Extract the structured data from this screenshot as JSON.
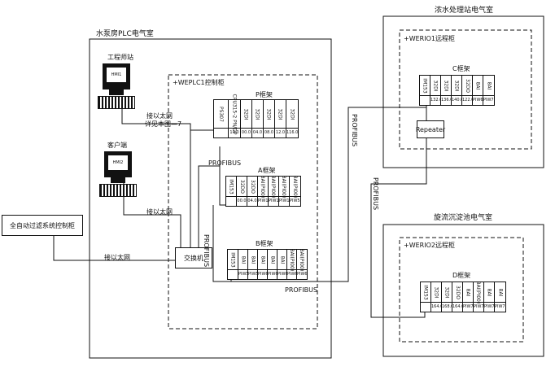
{
  "rooms": {
    "pump_room": "水泵房PLC电气室",
    "water_treatment_room": "浓水处理站电气室",
    "sediment_room": "旋流沉淀池电气室"
  },
  "cabinets": {
    "weplc1": "+WEPLC1控制柜",
    "werio1": "+WERIO1远程柜",
    "werio2": "+WERIO2远程柜"
  },
  "frames": {
    "p": "P框架",
    "a": "A框架",
    "b": "B框架",
    "c": "C框架",
    "d": "D框架"
  },
  "stations": {
    "engineer": {
      "label": "工程师站",
      "screen": "HMI1"
    },
    "client": {
      "label": "客户端",
      "screen": "HMI2"
    }
  },
  "external_system": "全自动过滤系统控制柜",
  "switch": "交换机",
  "repeater": "Repeater",
  "links": {
    "eth_top": "接以太网",
    "eth_note": "详见本图—7",
    "eth_mid": "接以太网",
    "eth_left": "接以太网",
    "profibus_a": "PROFIBUS",
    "profibus_b": "PROFIBUS",
    "profibus_bottom": "PROFIBUS",
    "profibus_right": "PROFIBUS",
    "profibus_repeater": "PROFIBUS"
  },
  "racks": {
    "p": [
      {
        "name": "PS307",
        "addr": ""
      },
      {
        "name": "CPU315-2 PN/DP",
        "addr": "10.0"
      },
      {
        "name": "32DI",
        "addr": "00.0"
      },
      {
        "name": "32DI",
        "addr": "04.0"
      },
      {
        "name": "32DI",
        "addr": "08.0"
      },
      {
        "name": "32DI",
        "addr": "12.0"
      },
      {
        "name": "32DI",
        "addr": "116.0"
      }
    ],
    "a": [
      {
        "name": "IM153",
        "addr": ""
      },
      {
        "name": "32DO",
        "addr": "00.0"
      },
      {
        "name": "32DO",
        "addr": "04.0"
      },
      {
        "name": "8AI(PI00)",
        "addr": "PIW128"
      },
      {
        "name": "8AI(PI00)",
        "addr": "PIW144"
      },
      {
        "name": "8AI(PI00)",
        "addr": "PIW160"
      },
      {
        "name": "8AI(PI00)",
        "addr": "PIW560"
      }
    ],
    "b": [
      {
        "name": "IM153",
        "addr": ""
      },
      {
        "name": "8AI",
        "addr": "PIW576"
      },
      {
        "name": "8AI",
        "addr": "PIW592"
      },
      {
        "name": "8AI",
        "addr": "PIW608"
      },
      {
        "name": "8AI",
        "addr": "PIW624"
      },
      {
        "name": "8AI",
        "addr": "PIW640"
      },
      {
        "name": "8AI(PI00)",
        "addr": "PIW656"
      },
      {
        "name": "8AI(PI00)",
        "addr": "PIW672"
      }
    ],
    "c": [
      {
        "name": "IM153",
        "addr": ""
      },
      {
        "name": "32DI",
        "addr": "132.0"
      },
      {
        "name": "32DI",
        "addr": "136.0"
      },
      {
        "name": "32DI",
        "addr": "140.0"
      },
      {
        "name": "32DO",
        "addr": "122.0"
      },
      {
        "name": "8AI",
        "addr": "PIW688"
      },
      {
        "name": "8AI",
        "addr": "PIW704"
      }
    ],
    "d": [
      {
        "name": "IM153",
        "addr": ""
      },
      {
        "name": "32DI",
        "addr": "164.0"
      },
      {
        "name": "32DI",
        "addr": "168.0"
      },
      {
        "name": "32DO",
        "addr": "164.0"
      },
      {
        "name": "8AI",
        "addr": "PIW720"
      },
      {
        "name": "8AI(PI00)",
        "addr": "PIW736"
      },
      {
        "name": "8AI",
        "addr": "PIW752"
      },
      {
        "name": "8AI",
        "addr": "PIW768"
      }
    ]
  }
}
